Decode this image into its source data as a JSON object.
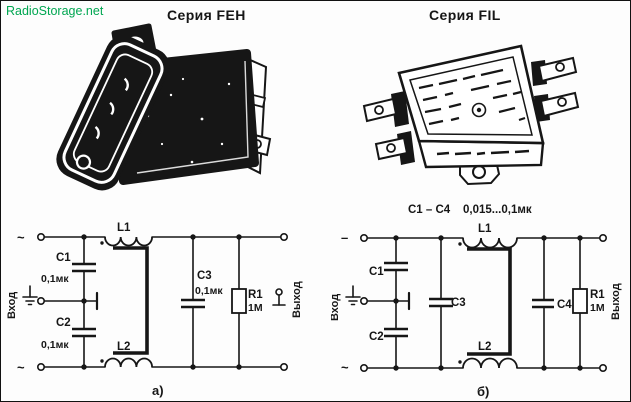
{
  "ink": "#161616",
  "watermark": {
    "text": "RadioStorage.net",
    "color": "#00a651"
  },
  "left": {
    "title": "Серия FEH",
    "caption": "а)",
    "sch": {
      "in": "Вход",
      "out": "Выход",
      "ac_top": "~",
      "ac_bot": "~",
      "c1": "C1",
      "c1v": "0,1мк",
      "c2": "C2",
      "c2v": "0,1мк",
      "c3": "C3",
      "c3v": "0,1мк",
      "l1": "L1",
      "l2": "L2",
      "r1": "R1",
      "r1v": "1M"
    }
  },
  "right": {
    "title": "Серия FIL",
    "caption": "б)",
    "note_refs": "C1 – C4",
    "note_val": "0,015...0,1мк",
    "sch": {
      "in": "Вход",
      "out": "Выход",
      "ac_top": "–",
      "ac_bot": "~",
      "c1": "C1",
      "c2": "C2",
      "c3": "C3",
      "c4": "C4",
      "l1": "L1",
      "l2": "L2",
      "r1": "R1",
      "r1v": "1M"
    }
  }
}
